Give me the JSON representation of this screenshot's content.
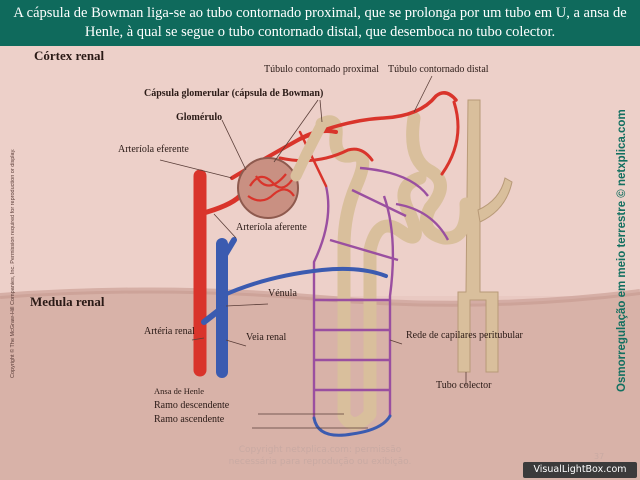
{
  "banner": {
    "text": "A cápsula de Bowman liga-se ao tubo contornado proximal, que se prolonga por um tubo em U, a ansa de Henle, à qual se segue o tubo contornado distal, que desemboca no tubo colector."
  },
  "regions": {
    "cortex": "Córtex renal",
    "medula": "Medula renal"
  },
  "labels": {
    "tubulo_proximal": "Túbulo contornado proximal",
    "tubulo_distal": "Túbulo contornado distal",
    "capsula": "Cápsula glomerular (cápsula de Bowman)",
    "glomerulo": "Glomérulo",
    "arteriola_eferente": "Arteríola eferente",
    "arteriola_aferente": "Arteríola aferente",
    "venula": "Vénula",
    "arteria_renal": "Artéria renal",
    "veia_renal": "Veia renal",
    "rede_capilares": "Rede de capilares peritubular",
    "tubo_colector": "Tubo colector",
    "ansa_henle": "Ansa de Henle",
    "ramo_descendente": "Ramo descendente",
    "ramo_ascendente": "Ramo ascendente"
  },
  "side": {
    "right_vertical": "Osmorregulação em meio terrestre © netxplica.com",
    "left_copyright": "Copyright © The McGraw-Hill Companies, Inc. Permission required for reproduction or display."
  },
  "watermark": {
    "line1": "Copyright netxplica.com: permissão",
    "line2": "necessária para reprodução ou exibição."
  },
  "page_number": "37",
  "corner_badge": "VisualLightBox.com",
  "colors": {
    "banner_bg": "#0f6a5c",
    "artery": "#d9342b",
    "vein": "#3b5bb0",
    "tubule": "#d9bf9c",
    "capillary": "#9a4fa0",
    "accent_text": "#137060"
  }
}
